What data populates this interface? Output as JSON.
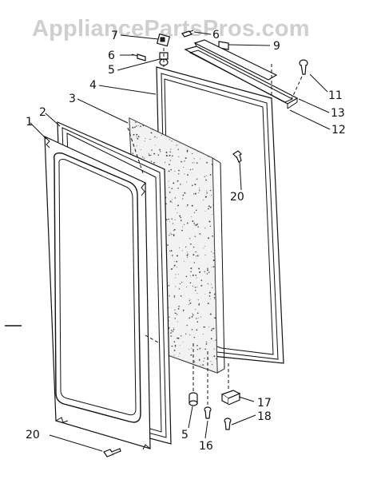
{
  "watermark": "AppliancePartsPros.com",
  "callouts": {
    "c1": "1",
    "c2": "2",
    "c3": "3",
    "c4": "4",
    "c5a": "5",
    "c5b": "5",
    "c6a": "6",
    "c6b": "6",
    "c7": "7",
    "c9": "9",
    "c11": "11",
    "c12": "12",
    "c13": "13",
    "c16": "16",
    "c17": "17",
    "c18": "18",
    "c20a": "20",
    "c20b": "20"
  }
}
